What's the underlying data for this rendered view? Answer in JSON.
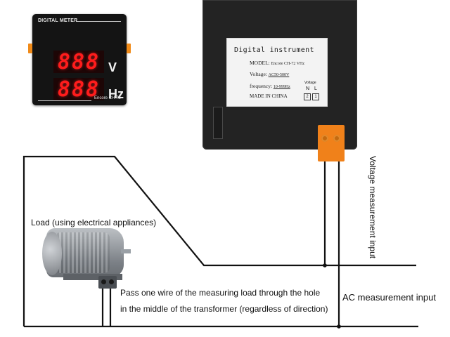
{
  "meter_front": {
    "title": "DIGITAL METER",
    "voltage_display": "888",
    "voltage_unit": "V",
    "frequency_display": "888",
    "frequency_unit": "Hz",
    "model_text": "Encore CH 72"
  },
  "rear_label": {
    "title": "Digital instrument",
    "model_label": "MODEL:",
    "model_value": "Encore CH-72 VHz",
    "voltage_label": "Voltage:",
    "voltage_value": "AC50-500V",
    "frequency_label": "frequency:",
    "frequency_value": "10-999Hz",
    "origin": "MADE IN CHINA",
    "terminal_heading": "Voltage",
    "terminal_n": "N",
    "terminal_l": "L",
    "terminal_2": "2",
    "terminal_1": "1"
  },
  "annotations": {
    "load": "Load (using electrical appliances)",
    "pass_line1": "Pass one wire of the measuring load through the hole",
    "pass_line2": "in the middle of the transformer (regardless of direction)",
    "ac_input": "AC measurement input",
    "voltage_input": "Voltage measurement input"
  },
  "colors": {
    "display_red": "#ff1c1c",
    "terminal_orange": "#f0811a",
    "panel_black": "#141414"
  }
}
